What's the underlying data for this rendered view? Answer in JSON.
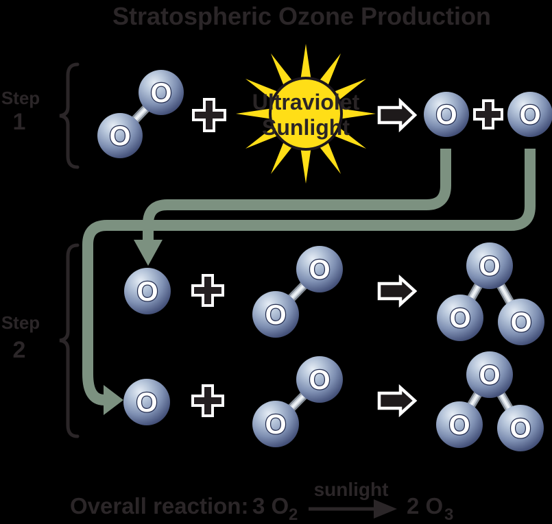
{
  "title": "Stratospheric Ozone Production",
  "atom": "O",
  "steps": {
    "step1": {
      "label": "Step",
      "number": "1"
    },
    "step2": {
      "label": "Step",
      "number": "2"
    }
  },
  "sun": {
    "line1": "Ultraviolet",
    "line2": "Sunlight"
  },
  "overall": {
    "label": "Overall reaction:",
    "reactant": "3 O",
    "reactant_sub": "2",
    "arrow_label": "sunlight",
    "product": "2 O",
    "product_sub": "3"
  },
  "colors": {
    "background": "#000000",
    "text_dark": "#2b2628",
    "sun_yellow": "#ffde17",
    "sun_outline": "#1b161c",
    "flow_green": "#7c9180",
    "plus_fill": "#241f21",
    "arrow_fill": "#1e1a1b",
    "outline_white": "#ffffff",
    "sphere_highlight": "#e6edf5",
    "sphere_shadow": "#2a3152"
  }
}
